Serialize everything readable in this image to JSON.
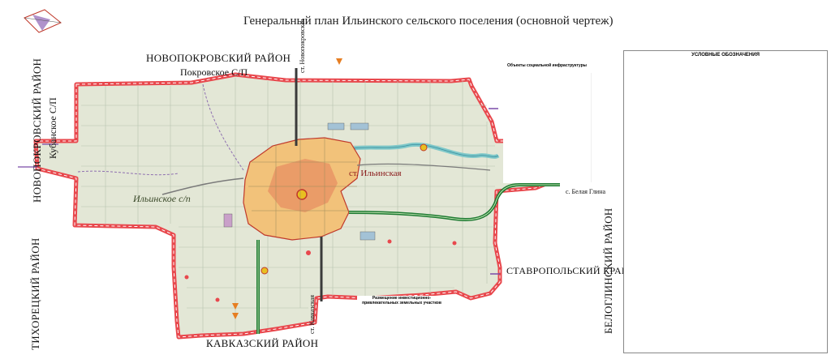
{
  "title": "Генеральный план Ильинского сельского поселения (основной чертеж)",
  "labels": {
    "novopokrovsky_top": "НОВОПОКРОВСКИЙ РАЙОН",
    "pokrovskoe": "Покровское С/П",
    "novopokrovsky_left": "НОВОПОКРОВСКИЙ РАЙОН",
    "kubanskoe": "Кубанское С/П",
    "tikhoretsky": "ТИХОРЕЦКИЙ РАЙОН",
    "kavkazsky": "КАВКАЗСКИЙ РАЙОН",
    "stavropol": "СТАВРОПОЛЬСКИЙ КРАЙ",
    "beloglinsky": "БЕЛОГЛИНСКИЙ РАЙОН",
    "ilyinskoe_sp": "Ильинское с/п",
    "st_ilyinskaya": "ст. Ильинская",
    "to_novopokrovskaya": "ст. Новопокровская",
    "to_kavkazskaya": "ст. Кавказская",
    "to_belaya_glina": "с. Белая Глина"
  },
  "legend": {
    "title": "УСЛОВНЫЕ ОБОЗНАЧЕНИЯ"
  },
  "social_table": {
    "title": "Объекты социальной инфраструктуры"
  },
  "invest_table": {
    "title": "Размещение инвестиционно-привлекательных земельных участков"
  },
  "colors": {
    "boundary": "#e8484d",
    "field": "#e3e7d6",
    "grid": "#b8c4b0",
    "river": "#7fc8c9",
    "road_green": "#1e7a32",
    "road_dark": "#3a3a3a",
    "residential": "#f2c27a",
    "village_core": "#e37d5a"
  }
}
